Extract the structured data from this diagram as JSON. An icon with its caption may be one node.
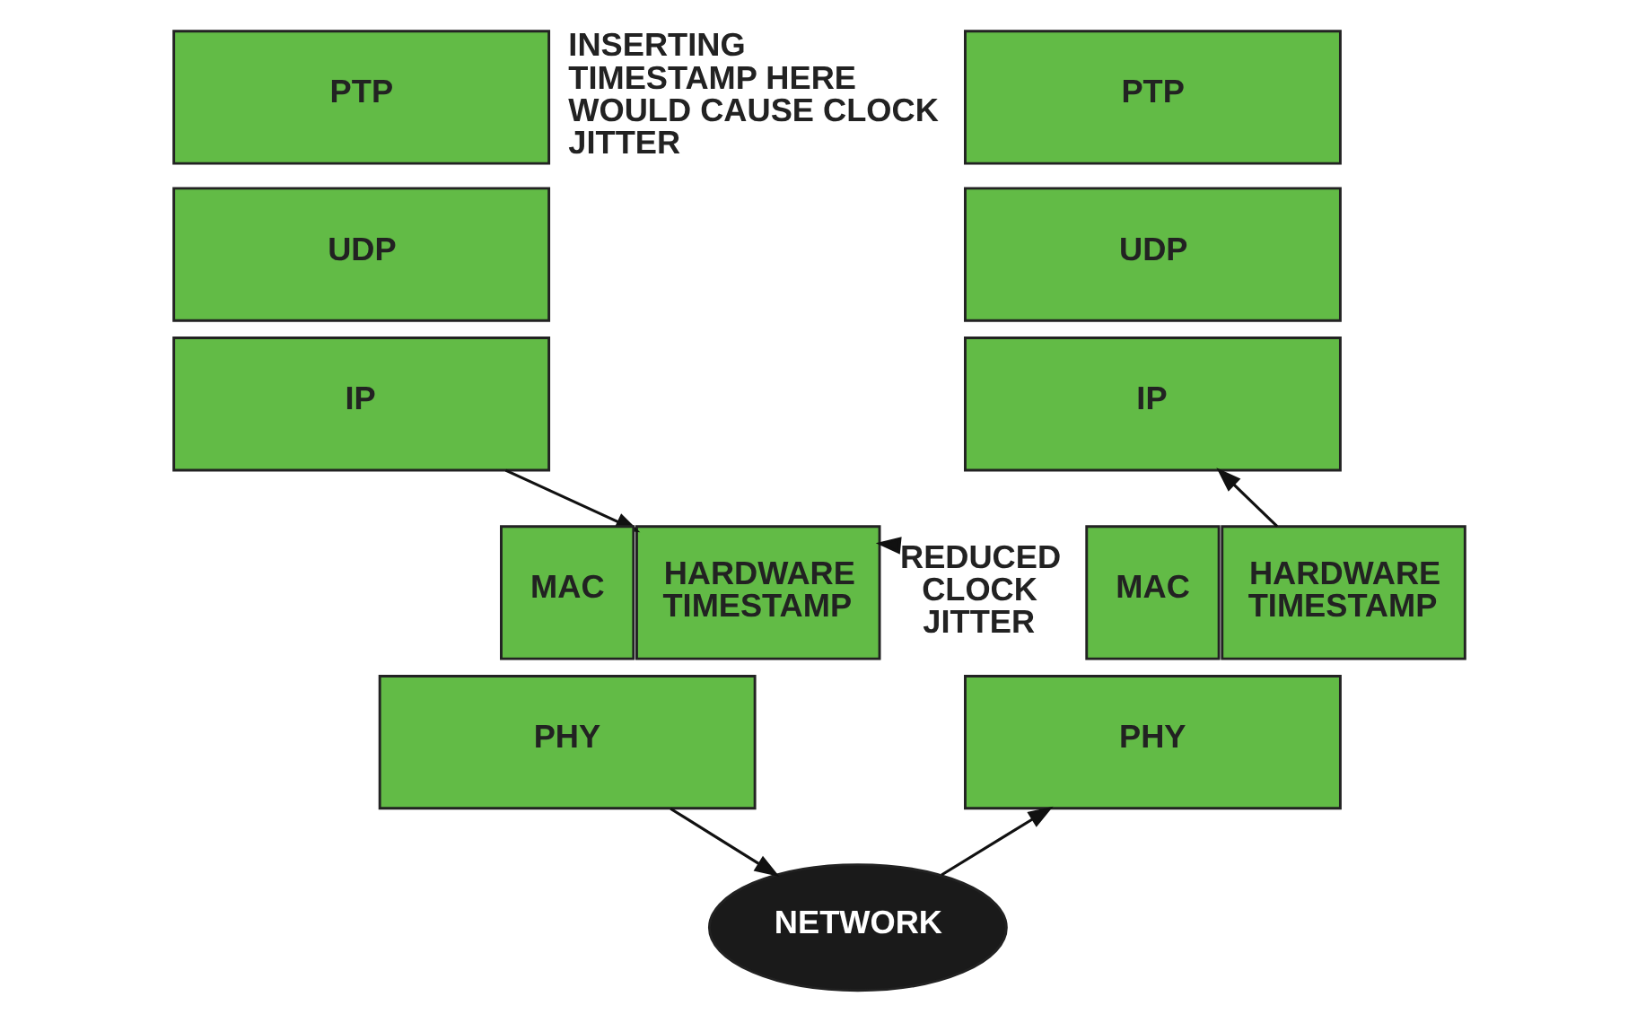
{
  "diagram": {
    "nodes": [
      {
        "text": [
          "PTP"
        ]
      },
      {
        "text": [
          "UDP"
        ]
      },
      {
        "text": [
          "IP"
        ]
      },
      {
        "text": [
          "MAC"
        ]
      },
      {
        "text": [
          "HARDWARE TIMESTAMP"
        ]
      },
      {
        "text": [
          "PHY"
        ]
      },
      {
        "text": [
          "PTP"
        ]
      },
      {
        "text": [
          "UDP"
        ]
      },
      {
        "text": [
          "IP"
        ]
      },
      {
        "text": [
          "MAC"
        ]
      },
      {
        "text": [
          "HARDWARE TIMESTAMP"
        ]
      },
      {
        "text": [
          "PHY"
        ]
      },
      {
        "text": [
          "NETWORK"
        ]
      },
      {
        "text": [
          "REDUCED CLOCK JITTER"
        ]
      }
    ],
    "edges": [
      {
        "from": 2,
        "to": 4,
        "arrow": "to"
      },
      {
        "from": 13,
        "to": 4,
        "arrow": "to"
      },
      {
        "from": 5,
        "to": 12,
        "arrow": "to"
      },
      {
        "from": 12,
        "to": 11,
        "arrow": "to"
      },
      {
        "from": 10,
        "to": 8,
        "arrow": "to"
      }
    ],
    "labels": [
      "INSERTING TIMESTAMP HERE WOULD CAUSE CLOCK JITTER"
    ]
  }
}
